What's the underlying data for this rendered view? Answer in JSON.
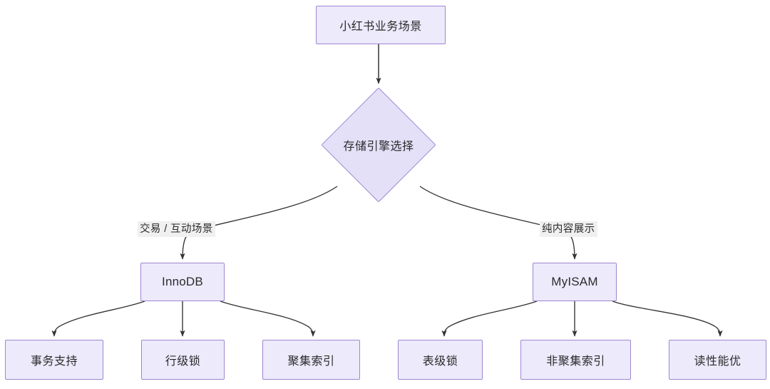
{
  "diagram": {
    "title_node": {
      "label": "小红书业务场景"
    },
    "decision_node": {
      "label": "存储引擎选择"
    },
    "edge_labels": {
      "left": "交易 / 互动场景",
      "right": "纯内容展示"
    },
    "engines": [
      {
        "id": "innodb",
        "label": "InnoDB"
      },
      {
        "id": "myisam",
        "label": "MyISAM"
      }
    ],
    "innodb_features": [
      {
        "label": "事务支持"
      },
      {
        "label": "行级锁"
      },
      {
        "label": "聚集索引"
      }
    ],
    "myisam_features": [
      {
        "label": "表级锁"
      },
      {
        "label": "非聚集索引"
      },
      {
        "label": "读性能优"
      }
    ],
    "colors": {
      "node_fill": "#ECEAFB",
      "diamond_fill": "#E3E0F8",
      "node_border": "#9F86D0",
      "edge_stroke": "#333333",
      "label_bg": "#F0F0F0",
      "text": "#2B2B2B",
      "background": "#FFFFFF"
    }
  }
}
